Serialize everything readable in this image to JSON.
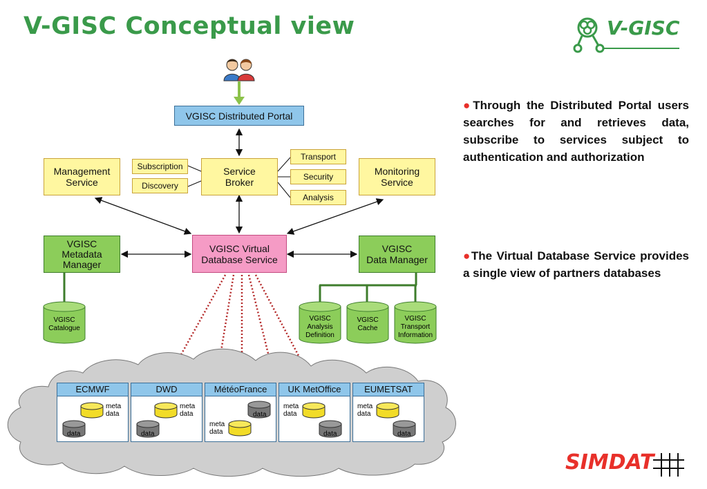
{
  "title": "V-GISC Conceptual view",
  "logo_text": "V-GISC",
  "footer_logo_text": "SIMDAT",
  "portal": "VGISC Distributed Portal",
  "broker": [
    "Service",
    "Broker"
  ],
  "subscription": "Subscription",
  "discovery": "Discovery",
  "transport": "Transport",
  "security": "Security",
  "analysis": "Analysis",
  "management": [
    "Management",
    "Service"
  ],
  "monitoring": [
    "Monitoring",
    "Service"
  ],
  "metadata_manager": [
    "VGISC",
    "Metadata",
    "Manager"
  ],
  "virtual_db": [
    "VGISC Virtual",
    "Database Service"
  ],
  "data_manager": [
    "VGISC",
    "Data Manager"
  ],
  "catalogue": [
    "VGISC",
    "Catalogue"
  ],
  "analysis_def": [
    "VGISC",
    "Analysis",
    "Definition"
  ],
  "cache": [
    "VGISC",
    "Cache"
  ],
  "transport_info": [
    "VGISC",
    "Transport",
    "Information"
  ],
  "partners": [
    {
      "name": "ECMWF",
      "meta": [
        "meta",
        "data"
      ],
      "data": "data"
    },
    {
      "name": "DWD",
      "meta": [
        "meta",
        "data"
      ],
      "data": "data"
    },
    {
      "name": "MétéoFrance",
      "meta": [
        "meta",
        "data"
      ],
      "data": "data"
    },
    {
      "name": "UK MetOffice",
      "meta": [
        "meta",
        "data"
      ],
      "data": "data"
    },
    {
      "name": "EUMETSAT",
      "meta": [
        "meta",
        "data"
      ],
      "data": "data"
    }
  ],
  "bullets": [
    "Through the Distributed Portal users searches for and retrieves data, subscribe to services subject to authentication and authorization",
    "The Virtual Database Service provides a single view of partners databases"
  ],
  "colors": {
    "title": "#3a9a4a",
    "yellow": "#fff7a0",
    "blue": "#8fc6ea",
    "green": "#8ccd5a",
    "pink": "#f59bc5",
    "bullet": "#e8302a"
  }
}
